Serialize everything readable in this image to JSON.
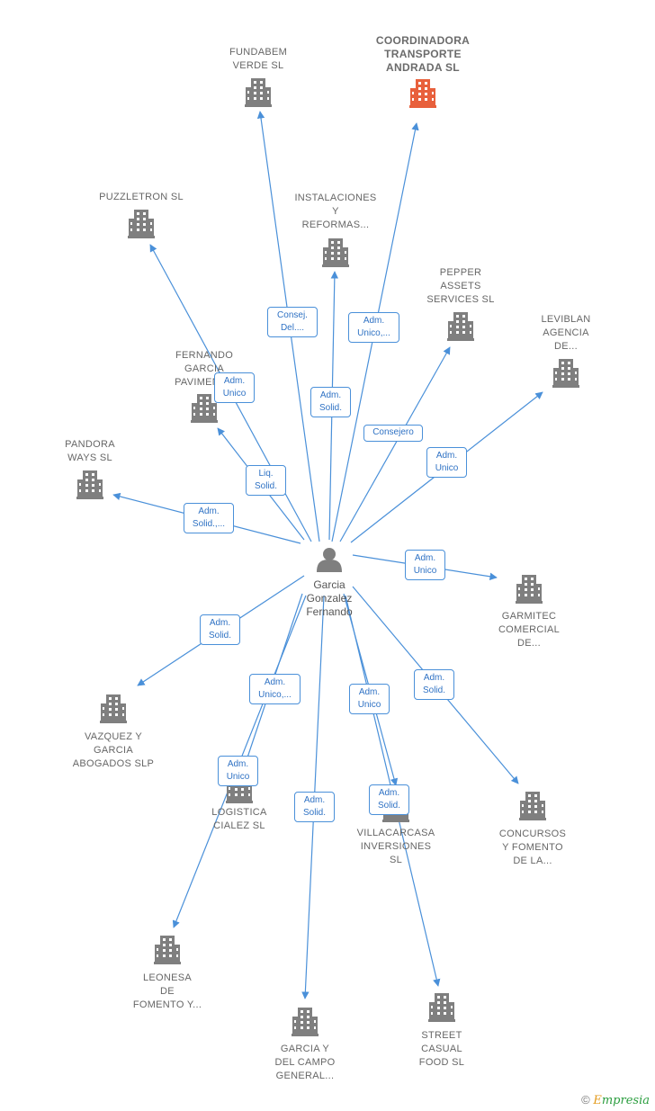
{
  "colors": {
    "edge": "#4a90d9",
    "building": "#7f7f7f",
    "building_highlight": "#e8603c",
    "person": "#7f7f7f"
  },
  "center": {
    "name": "Garcia\nGonzalez\nFernando",
    "icon": "person-icon"
  },
  "nodes": [
    {
      "id": "fundabem",
      "label": "FUNDABEM\nVERDE  SL",
      "icon": "building-icon"
    },
    {
      "id": "coordinadora",
      "label": "COORDINADORA\nTRANSPORTE\nANDRADA  SL",
      "icon": "building-icon",
      "highlight": true
    },
    {
      "id": "puzzletron",
      "label": "PUZZLETRON SL",
      "icon": "building-icon"
    },
    {
      "id": "instalaciones",
      "label": "INSTALACIONES\nY\nREFORMAS...",
      "icon": "building-icon"
    },
    {
      "id": "pepper",
      "label": "PEPPER\nASSETS\nSERVICES  SL",
      "icon": "building-icon"
    },
    {
      "id": "leviblan",
      "label": "LEVIBLAN\nAGENCIA\nDE...",
      "icon": "building-icon"
    },
    {
      "id": "fernando",
      "label": "FERNANDO\nGARCIA\nPAVIMENT...",
      "icon": "building-icon"
    },
    {
      "id": "pandora",
      "label": "PANDORA\nWAYS  SL",
      "icon": "building-icon"
    },
    {
      "id": "garmitec",
      "label": "GARMITEC\nCOMERCIAL\nDE...",
      "icon": "building-icon"
    },
    {
      "id": "vazquez",
      "label": "VAZQUEZ Y\nGARCIA\nABOGADOS  SLP",
      "icon": "building-icon"
    },
    {
      "id": "logistica",
      "label": "LOGISTICA\nCIALEZ  SL",
      "icon": "building-icon"
    },
    {
      "id": "villacarcasa",
      "label": "VILLACARCASA\nINVERSIONES\nSL",
      "icon": "building-icon"
    },
    {
      "id": "concursos",
      "label": "CONCURSOS\nY FOMENTO\nDE LA...",
      "icon": "building-icon"
    },
    {
      "id": "leonesa",
      "label": "LEONESA\nDE\nFOMENTO Y...",
      "icon": "building-icon"
    },
    {
      "id": "garciacampo",
      "label": "GARCIA Y\nDEL CAMPO\nGENERAL...",
      "icon": "building-icon"
    },
    {
      "id": "street",
      "label": "STREET\nCASUAL\nFOOD  SL",
      "icon": "building-icon"
    }
  ],
  "edges": [
    {
      "to": "fundabem",
      "label": "Consej.\nDel...."
    },
    {
      "to": "coordinadora",
      "label": "Adm.\nUnico,..."
    },
    {
      "to": "puzzletron",
      "label": "Adm.\nUnico"
    },
    {
      "to": "instalaciones",
      "label": "Adm.\nSolid."
    },
    {
      "to": "pepper",
      "label": "Consejero"
    },
    {
      "to": "leviblan",
      "label": "Adm.\nUnico"
    },
    {
      "to": "fernando",
      "label": "Liq.\nSolid."
    },
    {
      "to": "pandora",
      "label": "Adm.\nSolid.,..."
    },
    {
      "to": "garmitec",
      "label": "Adm.\nUnico"
    },
    {
      "to": "vazquez",
      "label": "Adm.\nSolid."
    },
    {
      "to": "logistica",
      "label": "Adm.\nUnico,..."
    },
    {
      "to": "leonesa",
      "label": "Adm.\nUnico"
    },
    {
      "to": "garciacampo",
      "label": "Adm.\nSolid."
    },
    {
      "to": "villacarcasa",
      "label": "Adm.\nUnico"
    },
    {
      "to": "street",
      "label": "Adm.\nSolid."
    },
    {
      "to": "concursos",
      "label": "Adm.\nSolid."
    }
  ],
  "footer": {
    "copyright": "©",
    "brand_first": "E",
    "brand_rest": "mpresia"
  }
}
